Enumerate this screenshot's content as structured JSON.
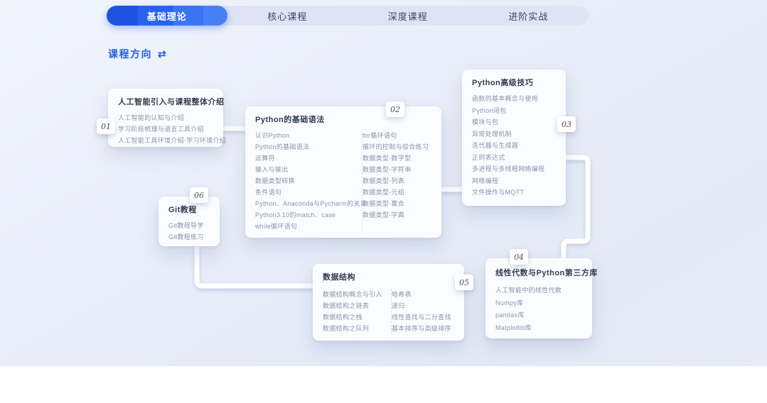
{
  "nav": {
    "tabs": [
      {
        "label": "基础理论",
        "active": true
      },
      {
        "label": "核心课程",
        "active": false
      },
      {
        "label": "深度课程",
        "active": false
      },
      {
        "label": "进阶实战",
        "active": false
      }
    ]
  },
  "header": {
    "title": "课程方向",
    "swap_icon": "⇄"
  },
  "colors": {
    "accent": "#2460ea",
    "active_tab_start": "#1d52e2",
    "active_tab_end": "#4a80f7",
    "nav_bg": "#dee4f3",
    "card_bg": "#fbfcff",
    "card_title_text": "#333b4f",
    "item_text": "#8a94a8",
    "connector": "#ffffff"
  },
  "cards": [
    {
      "badge": "01",
      "title": "人工智能引入与课程整体介绍",
      "items": [
        "人工智能的认知与介绍",
        "学习阶段梳理与语言工具介绍",
        "人工智能工具环境介绍-学习环境介绍"
      ]
    },
    {
      "badge": "02",
      "title": "Python的基础语法",
      "col1": [
        "认识Python",
        "Python的基础语法",
        "运算符",
        "输入与输出",
        "数据类型转换",
        "条件语句",
        "Python、Anaconda与Pycharm的关系",
        "Python3.10的match、case",
        "while循环语句"
      ],
      "col2": [
        "for循环语句",
        "循环的控制与综合练习",
        "数据类型-数字型",
        "数据类型-字符串",
        "数据类型-列表",
        "数据类型-元组",
        "数据类型-集合",
        "数据类型-字典"
      ]
    },
    {
      "badge": "03",
      "title": "Python高级技巧",
      "items": [
        "函数的基本概念与使用",
        "Python闭包",
        "模块与包",
        "异常处理机制",
        "迭代器与生成器",
        "正则表达式",
        "多进程与多线程网络编程",
        "网络编程",
        "文件操作与MQTT"
      ]
    },
    {
      "badge": "06",
      "title": "Git教程",
      "items": [
        "Git教程导学",
        "Git教程练习"
      ]
    },
    {
      "badge": "05",
      "title": "数据结构",
      "col1": [
        "数据结构概念与引入",
        "数据结构之链表",
        "数据结构之栈",
        "数据结构之队列"
      ],
      "col2": [
        "哈希表",
        "递归",
        "线性查找与二分查找",
        "基本排序与高级排序"
      ]
    },
    {
      "badge": "04",
      "title": "线性代数与Python第三方库",
      "items": [
        "人工智能中的线性代数",
        "Numpy库",
        "pandas库",
        "Matplotlib库"
      ]
    }
  ]
}
